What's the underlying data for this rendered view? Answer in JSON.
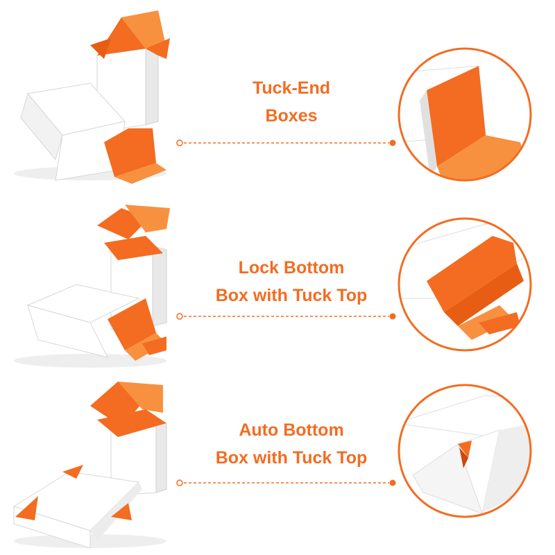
{
  "accent_color": "#f36c21",
  "rows": [
    {
      "line1": "Tuck-End",
      "line2": "Boxes"
    },
    {
      "line1": "Lock Bottom",
      "line2": "Box with Tuck Top"
    },
    {
      "line1": "Auto Bottom",
      "line2": "Box with Tuck Top"
    }
  ],
  "icons": [
    "tuck-end-box-illustration",
    "lock-bottom-box-illustration",
    "auto-bottom-box-illustration",
    "zoom-detail-circle"
  ]
}
